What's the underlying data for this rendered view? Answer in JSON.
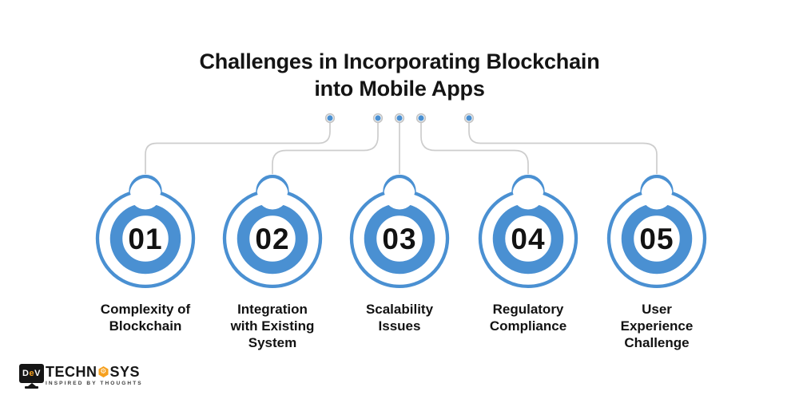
{
  "title": "Challenges in Incorporating Blockchain\ninto Mobile Apps",
  "colors": {
    "blue": "#4a90d2",
    "line_gray": "#cdcdcd",
    "dot_ring": "#c4c4c4",
    "text_dark": "#141414",
    "logo_orange": "#f6a01e",
    "logo_black": "#161616"
  },
  "items": [
    {
      "number": "01",
      "label": "Complexity of\nBlockchain"
    },
    {
      "number": "02",
      "label": "Integration\nwith Existing\nSystem"
    },
    {
      "number": "03",
      "label": "Scalability\nIssues"
    },
    {
      "number": "04",
      "label": "Regulatory\nCompliance"
    },
    {
      "number": "05",
      "label": "User\nExperience\nChallenge"
    }
  ],
  "logo": {
    "monitor_letters": {
      "left": "D",
      "mid": "e",
      "right": "V"
    },
    "wordmark_left": "TECHN",
    "wordmark_right": "SYS",
    "hexagon_icon": "gear-hexagon-icon",
    "gear_glyph": "⚙",
    "tagline": "INSPIRED BY THOUGHTS"
  }
}
